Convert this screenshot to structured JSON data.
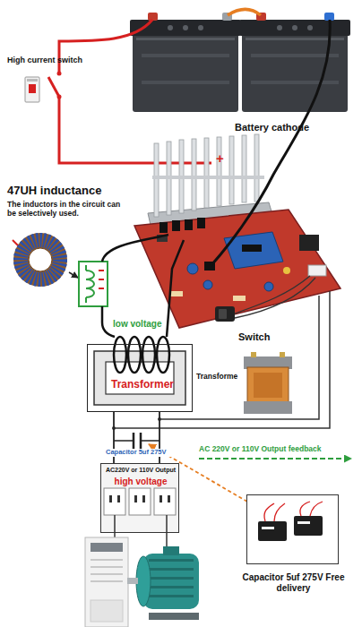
{
  "diagram": {
    "nodes": [
      {
        "text": [
          "Transformer"
        ]
      },
      {
        "text": [
          "AC220V or 110V Output",
          "high voltage"
        ]
      },
      {
        "text": [
          "Capacitor 5uf 275V Free delivery"
        ]
      }
    ],
    "edges": [
      {
        "from": 0,
        "to": 1,
        "arrow": "none"
      },
      {
        "from": 0,
        "to": 1,
        "arrow": "none"
      }
    ],
    "labels": [
      "High current switch",
      "+",
      "Battery cathode",
      "47UH inductance",
      "The inductors in the circuit can be selectively used.",
      "Switch",
      "low voltage",
      "Transforme",
      "Capacitor 5uf 275V",
      "AC 220V or 110V Output feedback"
    ]
  }
}
